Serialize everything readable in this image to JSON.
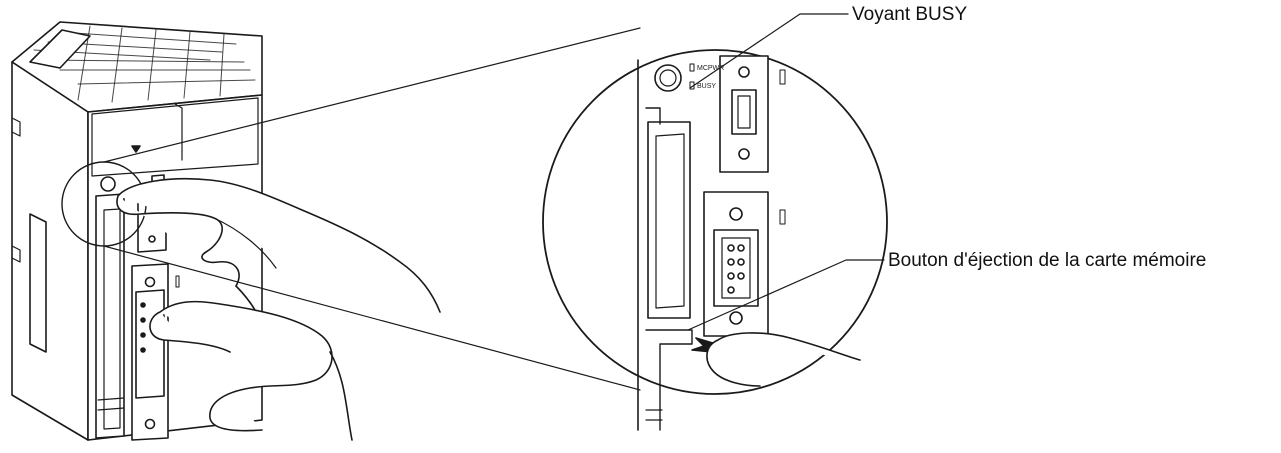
{
  "callouts": {
    "busy_indicator": "Voyant BUSY",
    "eject_button": "Bouton d'éjection de la carte mémoire"
  },
  "panel_labels": {
    "mcpwr": "MCPWR",
    "busy": "BUSY"
  }
}
